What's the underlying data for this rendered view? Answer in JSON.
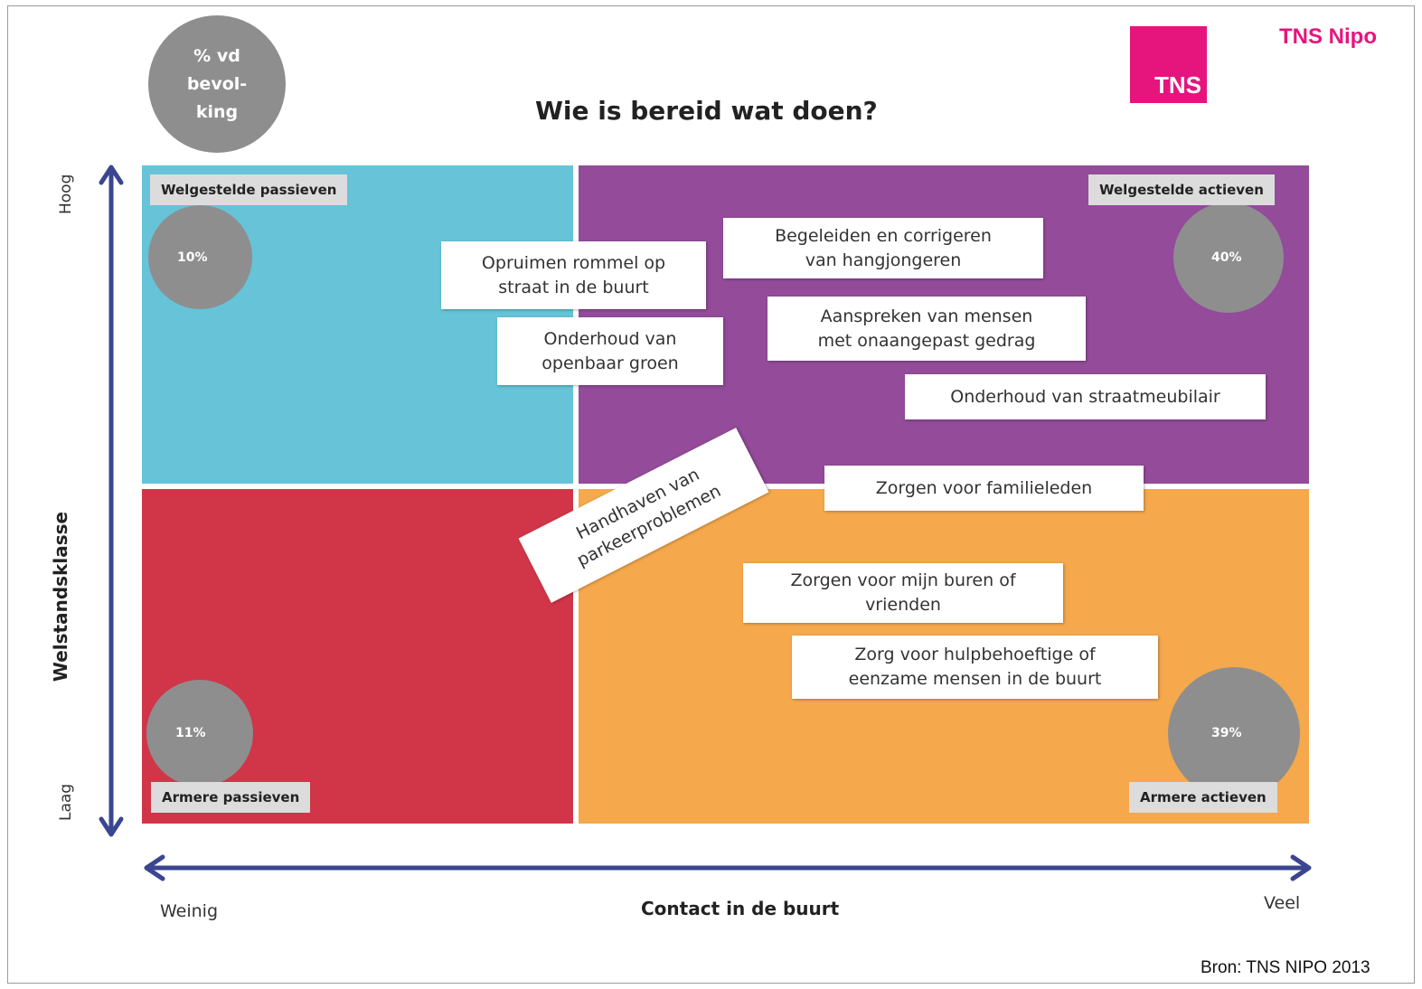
{
  "title": "Wie is bereid wat doen?",
  "legend_circle": "% vd\nbevol-\nking",
  "logo_text": "TNS",
  "brand": "TNS Nipo",
  "source": "Bron: TNS NIPO 2013",
  "y_axis": {
    "title": "Welstandsklasse",
    "high": "Hoog",
    "low": "Laag"
  },
  "x_axis": {
    "title": "Contact in de buurt",
    "low": "Weinig",
    "high": "Veel"
  },
  "colors": {
    "welgestelde_passieven": "#66c3d8",
    "welgestelde_actieven": "#934b9a",
    "armere_passieven": "#d03548",
    "armere_actieven": "#f5a84c",
    "axis": "#3b4690",
    "brand": "#e6147d"
  },
  "segments": {
    "welgestelde_passieven": {
      "label": "Welgestelde passieven",
      "share": "10%"
    },
    "welgestelde_actieven": {
      "label": "Welgestelde actieven",
      "share": "40%"
    },
    "armere_passieven": {
      "label": "Armere passieven",
      "share": "11%"
    },
    "armere_actieven": {
      "label": "Armere actieven",
      "share": "39%"
    }
  },
  "activities": [
    "Opruimen rommel op\nstraat in de buurt",
    "Begeleiden en corrigeren\nvan hangjongeren",
    "Onderhoud van\nopenbaar groen",
    "Aanspreken van mensen\nmet onaangepast gedrag",
    "Onderhoud van straatmeubilair",
    "Handhaven van\nparkeerproblemen",
    "Zorgen voor familieleden",
    "Zorgen voor mijn buren of\nvrienden",
    "Zorg voor hulpbehoeftige of\neenzame mensen in de buurt"
  ]
}
